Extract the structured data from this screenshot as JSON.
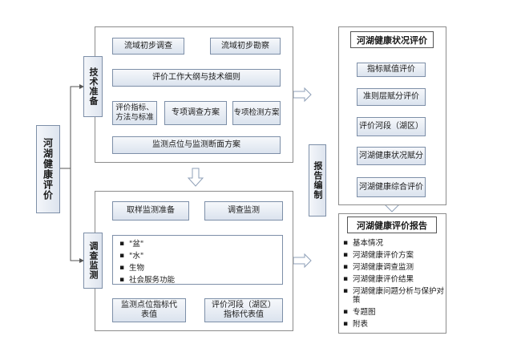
{
  "root": {
    "label": "河湖健康评价"
  },
  "tech_prep": {
    "label": "技术准备",
    "top": [
      "流域初步调查",
      "流域初步勘察"
    ],
    "outline": "评价工作大纲与技术细则",
    "mid": [
      "评价指标、方法与标准",
      "专项调查方案",
      "专项检测方案"
    ],
    "bottom": "监测点位与监测断面方案"
  },
  "survey": {
    "label": "调查监测",
    "sampling_prep": "取样监测准备",
    "monitoring": "调查监测",
    "items": [
      "\"盆\"",
      "\"水\"",
      "生物",
      "社会服务功能"
    ],
    "point_values": "监测点位指标代表值",
    "section_values": "评价河段（湖区）指标代表值"
  },
  "report_label": "报告编制",
  "health_eval": {
    "title": "河湖健康状况评价",
    "steps": [
      "指标赋值评价",
      "准则层赋分评价",
      "评价河段（湖区）",
      "河湖健康状况赋分",
      "河湖健康综合评价"
    ]
  },
  "report": {
    "title": "河湖健康评价报告",
    "items": [
      "基本情况",
      "河湖健康评价方案",
      "河湖健康调查监测",
      "河湖健康评价结果",
      "河湖健康问题分析与保护对策",
      "专题图",
      "附表"
    ]
  }
}
